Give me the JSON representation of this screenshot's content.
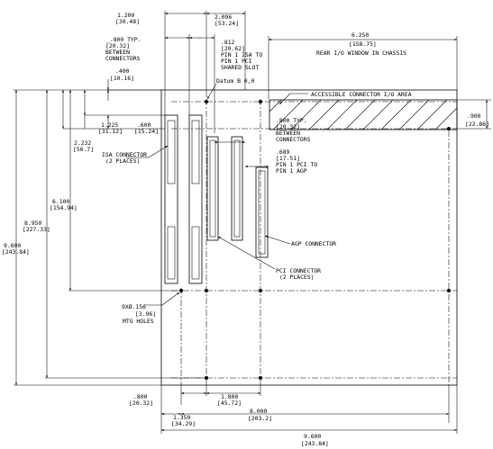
{
  "dims": {
    "d1200": [
      "1.200",
      "[30.48]"
    ],
    "d2096": [
      "2.096",
      "[53.24]"
    ],
    "d800_typ_top": [
      "_.800   TYP.",
      "[20.32]",
      "BETWEEN",
      "CONNECTORS"
    ],
    "d812": [
      ".812",
      "[20.62]",
      "PIN 1 ISA TO",
      "PIN 1 PCI",
      "SHARED SLOT"
    ],
    "d6250": [
      "6.250",
      "[158.75]",
      "REAR I/O WINDOW IN CHASSIS"
    ],
    "d400": [
      ".400",
      "[10.16]"
    ],
    "d1225": [
      "1.225",
      "[31.12]"
    ],
    "d600": [
      ".600",
      "[15.24]"
    ],
    "d2232": [
      "2.232",
      "[56.7]"
    ],
    "d800_typ_mid": [
      ".800   TYP.",
      "[20.32]",
      "BETWEEN",
      "CONNECTORS"
    ],
    "d689": [
      ".689",
      "[17.51]",
      "PIN 1 PCI TO",
      "PIN 1 AGP"
    ],
    "d900": [
      ".900",
      "[22.86]"
    ],
    "d6100": [
      "6.100",
      "[154.94]"
    ],
    "d8950": [
      "8.950",
      "[227.33]"
    ],
    "d9600_left": [
      "9.600",
      "[243.84]"
    ],
    "d800_bottom": [
      ".800",
      "[20.32]"
    ],
    "d1800": [
      "1.800",
      "[45.72]"
    ],
    "d1350": [
      "1.350",
      "[34.29]"
    ],
    "d8000": [
      "8.000",
      "[203.2]"
    ],
    "d9600_bottom": [
      "9.600",
      "[243.84]"
    ]
  },
  "labels": {
    "datum": "Datum B 0,0",
    "io_area": "ACCESSIBLE CONNECTOR I/O AREA",
    "isa": [
      "ISA CONNECTOR",
      "(2 PLACES)"
    ],
    "agp": "AGP CONNECTOR",
    "pci": [
      "PCI CONNECTOR",
      "(2 PLACES)"
    ],
    "holes": [
      "9XØ.156",
      "[3.96]",
      "MTG HOLES"
    ]
  }
}
